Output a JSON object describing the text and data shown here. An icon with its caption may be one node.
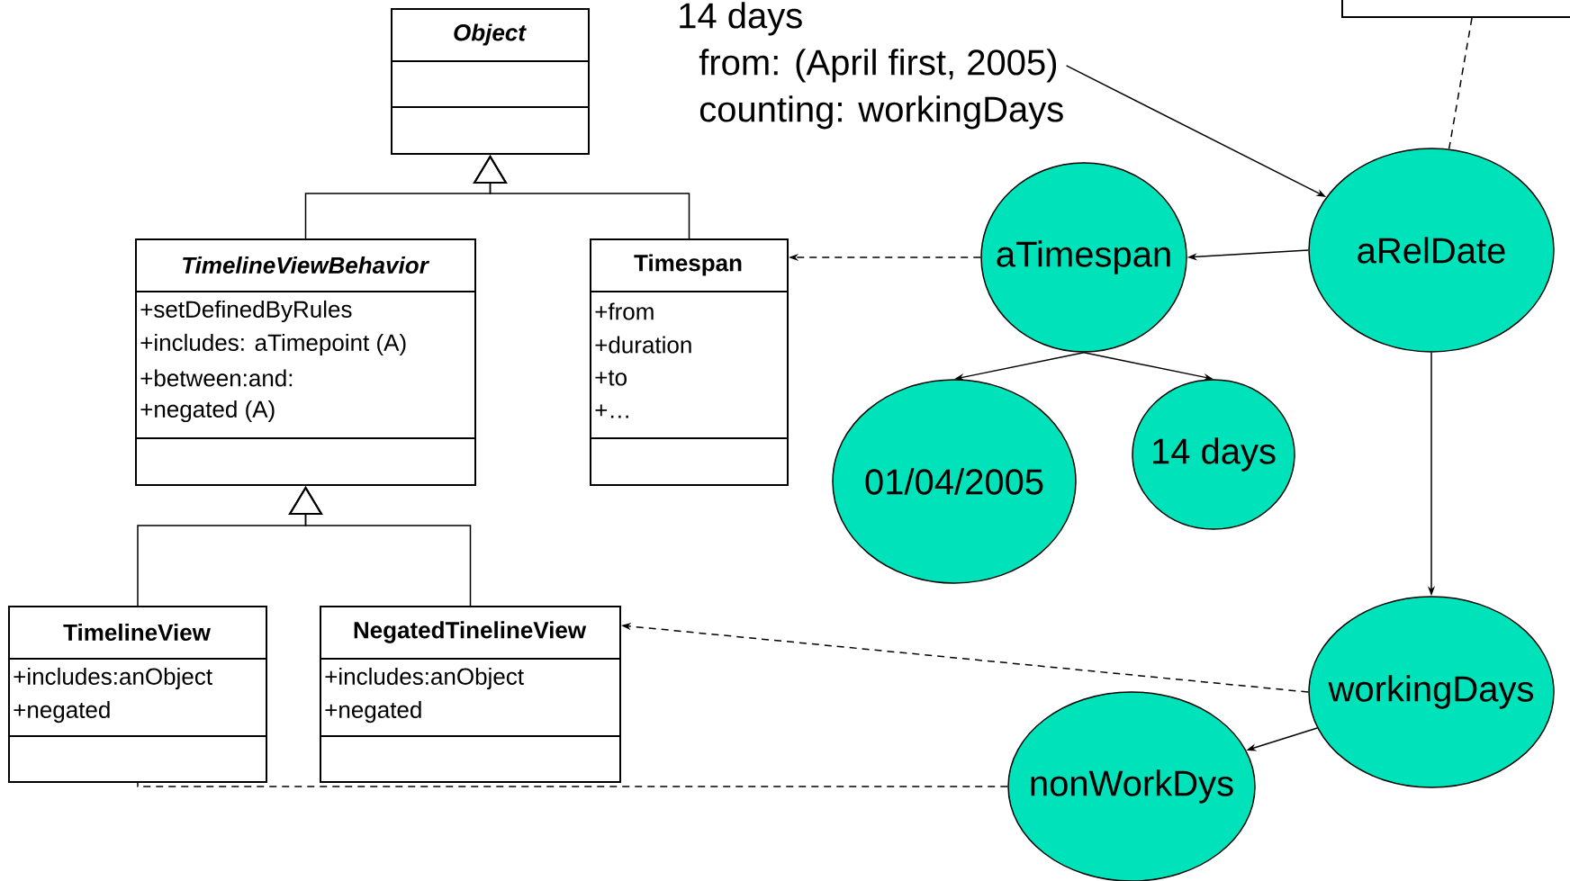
{
  "diagram": {
    "nodes": [
      {
        "text": [
          "14 days",
          "from: (April first, 2005)",
          "counting: workingDays"
        ]
      },
      {
        "text": [],
        "shape": "box"
      },
      {
        "text": [
          "Object"
        ]
      },
      {
        "text": [
          "TimelineViewBehavior",
          "+setDefinedByRules",
          "+includes: aTimepoint (A)",
          "+between:and:",
          "+negated (A)"
        ]
      },
      {
        "text": [
          "Timespan",
          "+from",
          "+duration",
          "+to",
          "+…"
        ]
      },
      {
        "text": [
          "aTimespan"
        ]
      },
      {
        "text": [
          "aRelDate"
        ]
      },
      {
        "text": [
          "01/04/2005"
        ]
      },
      {
        "text": [
          "14 days"
        ]
      },
      {
        "text": [
          "TimelineView",
          "+includes:anObject",
          "+negated"
        ]
      },
      {
        "text": [
          "NegatedTinelineView",
          "+includes:anObject",
          "+negated"
        ]
      },
      {
        "text": [
          "workingDays"
        ]
      },
      {
        "text": [
          "nonWorkDys"
        ]
      }
    ],
    "edges": [
      {
        "from": 0,
        "to": 6,
        "arrow": "to"
      },
      {
        "from": 1,
        "to": 6,
        "arrow": "none",
        "style": "dashed"
      },
      {
        "from": 6,
        "to": 5,
        "arrow": "to"
      },
      {
        "from": 5,
        "to": 4,
        "arrow": "to",
        "style": "dashed"
      },
      {
        "from": 5,
        "to": 7,
        "arrow": "to"
      },
      {
        "from": 5,
        "to": 8,
        "arrow": "to"
      },
      {
        "from": 6,
        "to": 11,
        "arrow": "to"
      },
      {
        "from": 11,
        "to": 10,
        "arrow": "to",
        "style": "dashed"
      },
      {
        "from": 11,
        "to": 12,
        "arrow": "to"
      },
      {
        "from": 12,
        "to": 9,
        "arrow": "none",
        "style": "dashed"
      },
      {
        "from": 3,
        "to": 2,
        "arrow": "to"
      },
      {
        "from": 4,
        "to": 2,
        "arrow": "to"
      },
      {
        "from": 9,
        "to": 3,
        "arrow": "to"
      },
      {
        "from": 10,
        "to": 3,
        "arrow": "to"
      }
    ]
  }
}
